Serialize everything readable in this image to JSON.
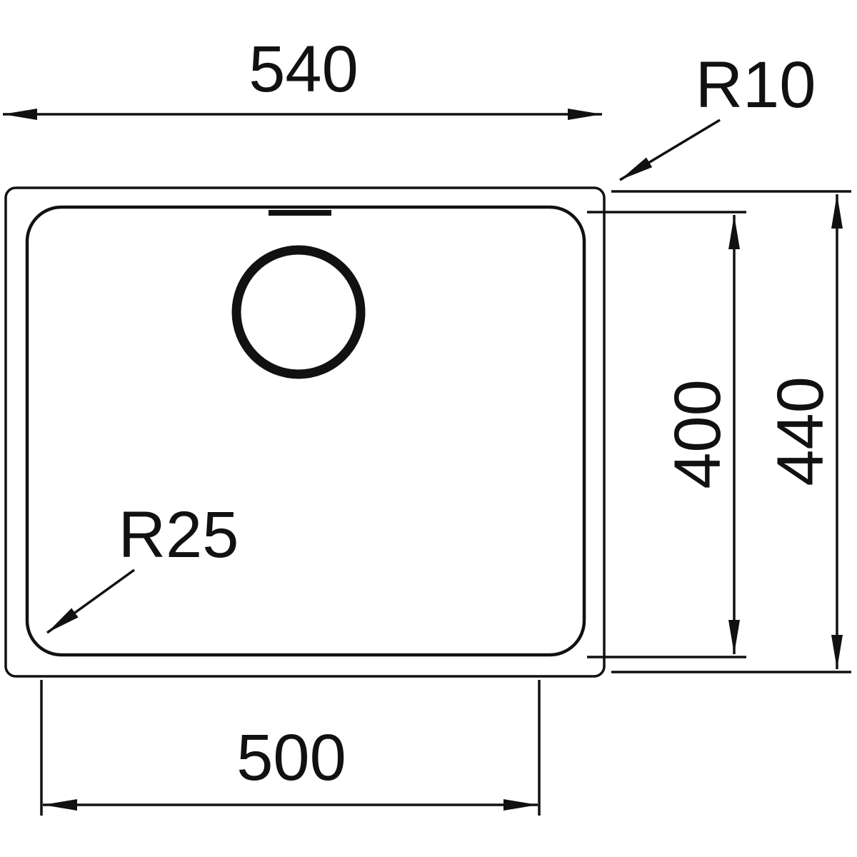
{
  "drawing": {
    "kind": "sink-technical-drawing",
    "labels": {
      "top_width": "540",
      "outer_corner_radius": "R10",
      "overall_height": "440",
      "bowl_height": "400",
      "bowl_corner_radius": "R25",
      "bottom_width": "500"
    }
  }
}
